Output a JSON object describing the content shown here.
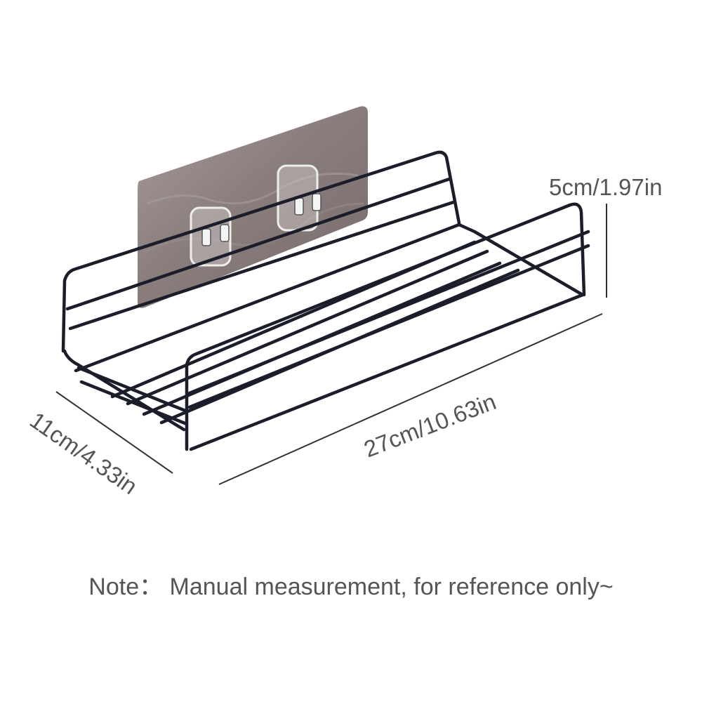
{
  "dimensions": {
    "height": "5cm/1.97in",
    "length": "27cm/10.63in",
    "depth": "11cm/4.33in"
  },
  "note": "Note：  Manual measurement, for reference only~",
  "colors": {
    "wire": "#1b1e2a",
    "adhesive_plate": "#8c7f7e",
    "dimension_line": "#333333",
    "text": "#555555"
  }
}
